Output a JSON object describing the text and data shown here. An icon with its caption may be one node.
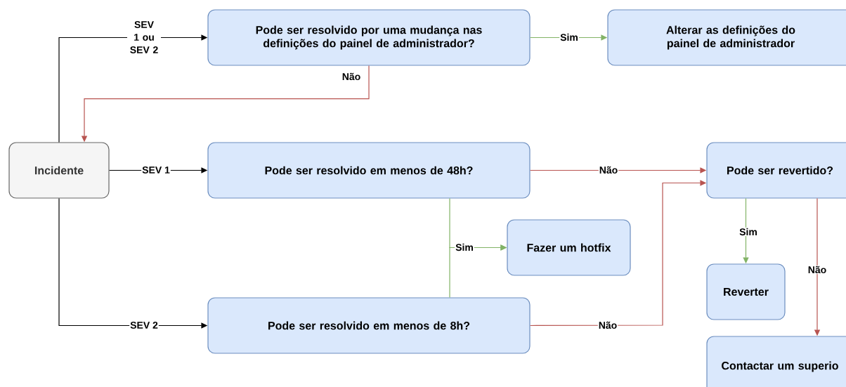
{
  "diagram": {
    "nodes": [
      {
        "text": [
          "Incidente"
        ]
      },
      {
        "text": [
          "Pode ser resolvido por uma mudança nas definições do painel de administrador?"
        ]
      },
      {
        "text": [
          "Alterar as definições do painel de administrador"
        ]
      },
      {
        "text": [
          "Pode ser resolvido em menos de 48h?"
        ]
      },
      {
        "text": [
          "Pode ser revertido?"
        ]
      },
      {
        "text": [
          "Fazer um hotfix"
        ]
      },
      {
        "text": [
          "Pode ser resolvido em menos de 8h?"
        ]
      },
      {
        "text": [
          "Reverter"
        ]
      },
      {
        "text": [
          "Contactar um superio"
        ]
      }
    ],
    "edges": [
      {
        "from": 0,
        "to": 1,
        "arrow": "to",
        "label": "SEV 1 ou SEV 2",
        "color": "#000000"
      },
      {
        "from": 1,
        "to": 2,
        "arrow": "to",
        "label": "Sim",
        "color": "#82b366"
      },
      {
        "from": 1,
        "to": 0,
        "arrow": "to",
        "label": "Não",
        "color": "#b85450"
      },
      {
        "from": 0,
        "to": 3,
        "arrow": "to",
        "label": "SEV 1",
        "color": "#000000"
      },
      {
        "from": 0,
        "to": 6,
        "arrow": "to",
        "label": "SEV 2",
        "color": "#000000"
      },
      {
        "from": 3,
        "to": 4,
        "arrow": "to",
        "label": "Não",
        "color": "#b85450"
      },
      {
        "from": 3,
        "to": 5,
        "arrow": "to",
        "label": "Sim",
        "color": "#82b366"
      },
      {
        "from": 6,
        "to": 5,
        "arrow": "to",
        "color": "#82b366"
      },
      {
        "from": 6,
        "to": 4,
        "arrow": "to",
        "label": "Não",
        "color": "#b85450"
      },
      {
        "from": 4,
        "to": 7,
        "arrow": "to",
        "label": "Sim",
        "color": "#82b366"
      },
      {
        "from": 4,
        "to": 8,
        "arrow": "to",
        "label": "Não",
        "color": "#b85450"
      }
    ]
  }
}
